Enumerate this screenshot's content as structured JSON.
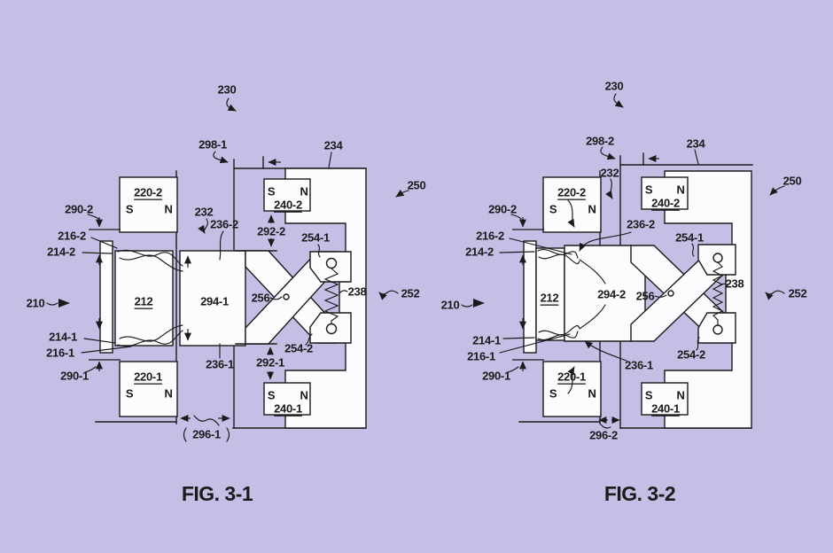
{
  "colors": {
    "background": "#c6bee4",
    "ink": "#1b1b1b",
    "paper": "#fcfbfe"
  },
  "pole_s": "S",
  "pole_n": "N",
  "fig1": {
    "caption": "FIG. 3-1",
    "ref_230": "230",
    "ref_298": "298-1",
    "ref_234": "234",
    "ref_232": "232",
    "ref_250": "250",
    "ref_252": "252",
    "ref_290_2": "290-2",
    "ref_216_2": "216-2",
    "ref_214_2": "214-2",
    "ref_210": "210",
    "ref_214_1": "214-1",
    "ref_216_1": "216-1",
    "ref_290_1": "290-1",
    "ref_220_2": "220-2",
    "ref_220_1": "220-1",
    "ref_212": "212",
    "ref_236_2": "236-2",
    "ref_236_1": "236-1",
    "ref_294": "294-1",
    "ref_256": "256",
    "ref_238": "238",
    "ref_254_1": "254-1",
    "ref_254_2": "254-2",
    "ref_292_2": "292-2",
    "ref_292_1": "292-1",
    "ref_240_2": "240-2",
    "ref_240_1": "240-1",
    "ref_296": "296-1"
  },
  "fig2": {
    "caption": "FIG. 3-2",
    "ref_230": "230",
    "ref_298": "298-2",
    "ref_234": "234",
    "ref_232": "232",
    "ref_250": "250",
    "ref_252": "252",
    "ref_290_2": "290-2",
    "ref_216_2": "216-2",
    "ref_214_2": "214-2",
    "ref_210": "210",
    "ref_214_1": "214-1",
    "ref_216_1": "216-1",
    "ref_290_1": "290-1",
    "ref_220_2": "220-2",
    "ref_220_1": "220-1",
    "ref_212": "212",
    "ref_236_2": "236-2",
    "ref_236_1": "236-1",
    "ref_294": "294-2",
    "ref_256": "256",
    "ref_238": "238",
    "ref_254_1": "254-1",
    "ref_254_2": "254-2",
    "ref_240_2": "240-2",
    "ref_240_1": "240-1",
    "ref_296": "296-2"
  }
}
